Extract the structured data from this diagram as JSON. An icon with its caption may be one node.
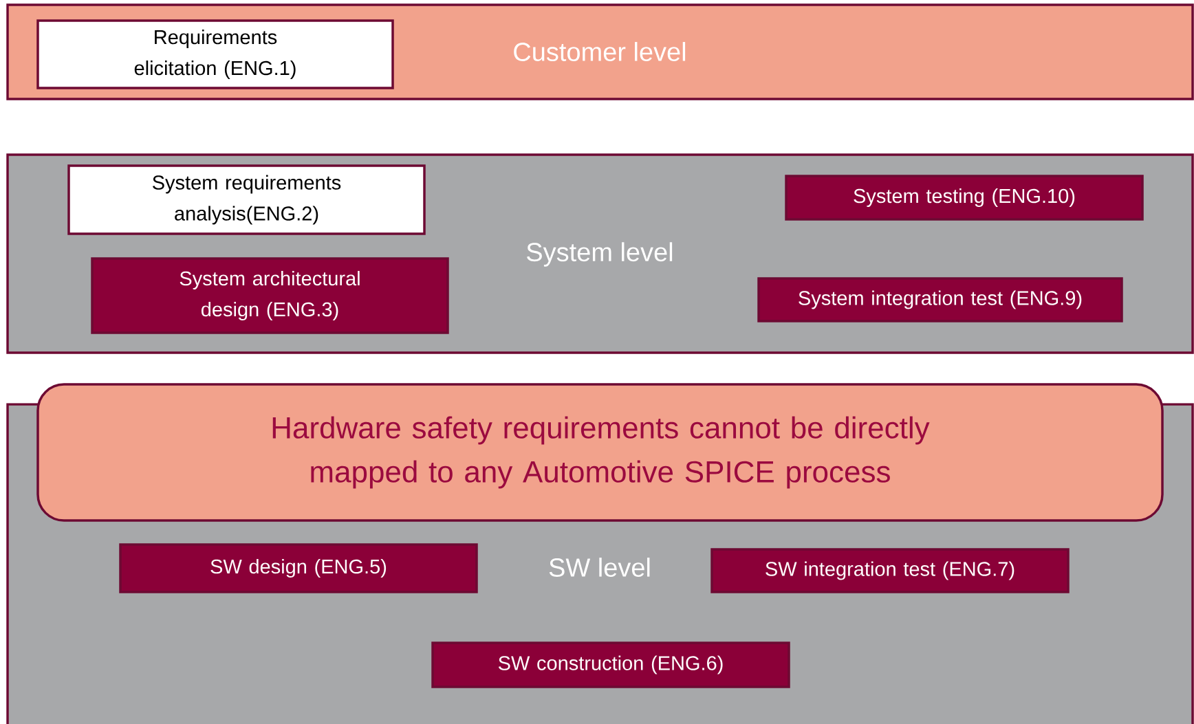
{
  "diagram": {
    "nodes": [
      {
        "text": [
          "Customer level"
        ]
      },
      {
        "text": [
          "Requirements elicitation (ENG.1)"
        ],
        "in": 0
      },
      {
        "text": [
          "System level"
        ]
      },
      {
        "text": [
          "System requirements analysis(ENG.2)"
        ],
        "in": 2
      },
      {
        "text": [
          "System testing (ENG.10)"
        ],
        "in": 2
      },
      {
        "text": [
          "System architectural design (ENG.3)"
        ],
        "in": 2
      },
      {
        "text": [
          "System integration test (ENG.9)"
        ],
        "in": 2
      },
      {
        "text": [
          "SW level"
        ]
      },
      {
        "text": [
          "Hardware safety requirements cannot be directly mapped to any Automotive SPICE process"
        ]
      },
      {
        "text": [
          "SW design (ENG.5)"
        ],
        "in": 7
      },
      {
        "text": [
          "SW integration test (ENG.7)"
        ],
        "in": 7
      },
      {
        "text": [
          "SW construction (ENG.6)"
        ],
        "in": 7
      }
    ]
  }
}
